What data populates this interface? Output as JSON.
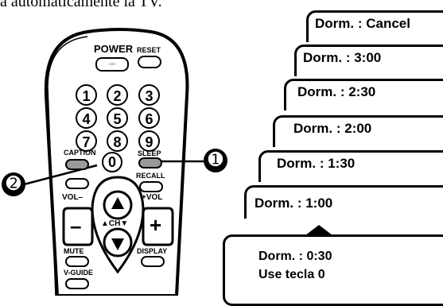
{
  "header": {
    "text": "a automaticamente la TV."
  },
  "remote": {
    "power_label": "POWER",
    "reset_label": "RESET",
    "digits": [
      "1",
      "2",
      "3",
      "4",
      "5",
      "6",
      "7",
      "8",
      "9"
    ],
    "zero": "0",
    "caption_label": "CAPTION",
    "sleep_label": "SLEEP",
    "recall_label": "RECALL",
    "vol_minus_label": "VOL–",
    "vol_plus_label": "+VOL",
    "ch_label": "▲CH▼",
    "mute_label": "MUTE",
    "display_label": "DISPLAY",
    "vguide_label": "V-GUIDE",
    "minus_symbol": "–",
    "plus_symbol": "+"
  },
  "markers": {
    "one": "➊",
    "two": "➋"
  },
  "sleep_cards": [
    "Dorm.  : Cancel",
    "Dorm.  : 3:00",
    "Dorm.  : 2:30",
    "Dorm.  : 2:00",
    "Dorm.  : 1:30",
    "Dorm.  : 1:00"
  ],
  "final_box": {
    "line1": "Dorm. : 0:30",
    "line2": "Use tecla 0"
  }
}
